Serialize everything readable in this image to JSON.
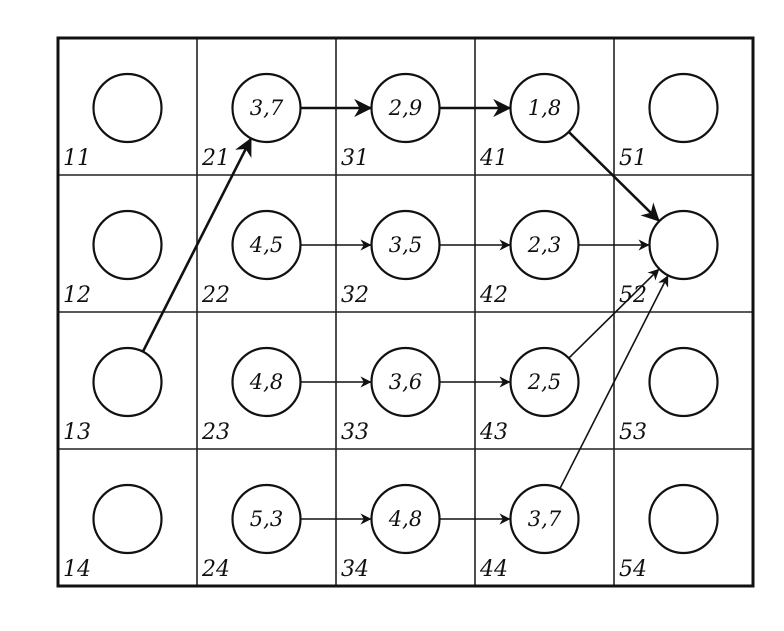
{
  "grid": {
    "columns": 5,
    "rows": 4
  },
  "nodes": [
    {
      "id": "11",
      "label": "11",
      "col": 1,
      "row": 1,
      "value": ""
    },
    {
      "id": "21",
      "label": "21",
      "col": 2,
      "row": 1,
      "value": "3,7"
    },
    {
      "id": "31",
      "label": "31",
      "col": 3,
      "row": 1,
      "value": "2,9"
    },
    {
      "id": "41",
      "label": "41",
      "col": 4,
      "row": 1,
      "value": "1,8"
    },
    {
      "id": "51",
      "label": "51",
      "col": 5,
      "row": 1,
      "value": ""
    },
    {
      "id": "12",
      "label": "12",
      "col": 1,
      "row": 2,
      "value": ""
    },
    {
      "id": "22",
      "label": "22",
      "col": 2,
      "row": 2,
      "value": "4,5"
    },
    {
      "id": "32",
      "label": "32",
      "col": 3,
      "row": 2,
      "value": "3,5"
    },
    {
      "id": "42",
      "label": "42",
      "col": 4,
      "row": 2,
      "value": "2,3"
    },
    {
      "id": "52",
      "label": "52",
      "col": 5,
      "row": 2,
      "value": ""
    },
    {
      "id": "13",
      "label": "13",
      "col": 1,
      "row": 3,
      "value": ""
    },
    {
      "id": "23",
      "label": "23",
      "col": 2,
      "row": 3,
      "value": "4,8"
    },
    {
      "id": "33",
      "label": "33",
      "col": 3,
      "row": 3,
      "value": "3,6"
    },
    {
      "id": "43",
      "label": "43",
      "col": 4,
      "row": 3,
      "value": "2,5"
    },
    {
      "id": "53",
      "label": "53",
      "col": 5,
      "row": 3,
      "value": ""
    },
    {
      "id": "14",
      "label": "14",
      "col": 1,
      "row": 4,
      "value": ""
    },
    {
      "id": "24",
      "label": "24",
      "col": 2,
      "row": 4,
      "value": "5,3"
    },
    {
      "id": "34",
      "label": "34",
      "col": 3,
      "row": 4,
      "value": "4,8"
    },
    {
      "id": "44",
      "label": "44",
      "col": 4,
      "row": 4,
      "value": "3,7"
    },
    {
      "id": "54",
      "label": "54",
      "col": 5,
      "row": 4,
      "value": ""
    }
  ],
  "edges": [
    {
      "from": "13",
      "to": "21",
      "weight": "thick"
    },
    {
      "from": "21",
      "to": "31",
      "weight": "thick"
    },
    {
      "from": "31",
      "to": "41",
      "weight": "thick"
    },
    {
      "from": "41",
      "to": "52",
      "weight": "thick"
    },
    {
      "from": "22",
      "to": "32",
      "weight": "thin"
    },
    {
      "from": "32",
      "to": "42",
      "weight": "thin"
    },
    {
      "from": "42",
      "to": "52",
      "weight": "thin"
    },
    {
      "from": "23",
      "to": "33",
      "weight": "thin"
    },
    {
      "from": "33",
      "to": "43",
      "weight": "thin"
    },
    {
      "from": "43",
      "to": "52",
      "weight": "thin"
    },
    {
      "from": "24",
      "to": "34",
      "weight": "thin"
    },
    {
      "from": "34",
      "to": "44",
      "weight": "thin"
    },
    {
      "from": "44",
      "to": "52",
      "weight": "thin"
    }
  ]
}
